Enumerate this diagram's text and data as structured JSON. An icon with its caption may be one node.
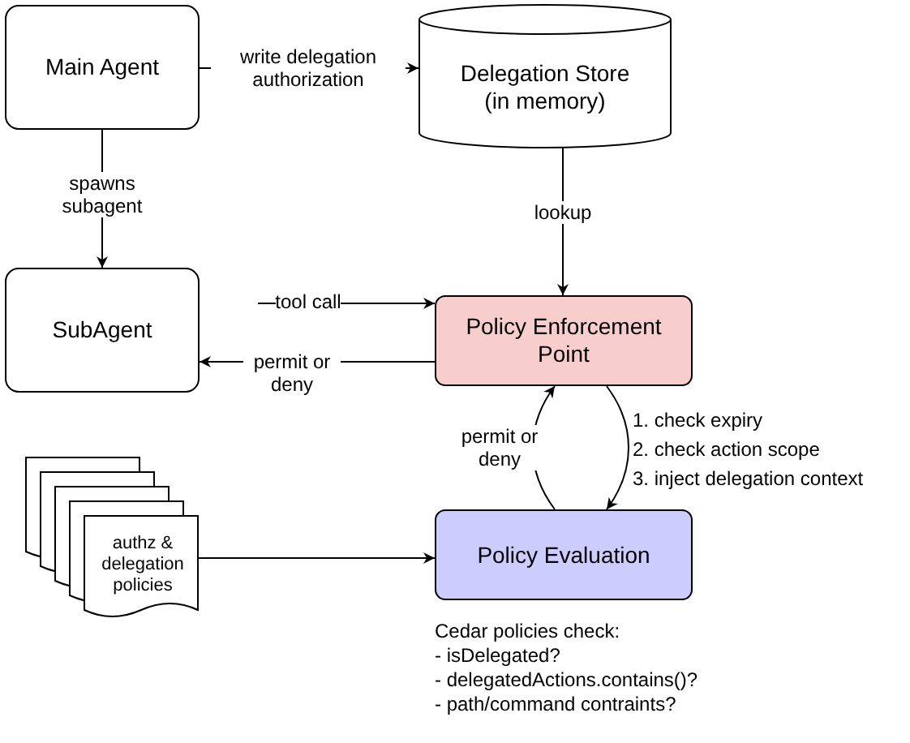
{
  "diagram": {
    "nodes": [
      {
        "text": [
          "Main Agent"
        ]
      },
      {
        "text": [
          "Delegation Store (in memory)"
        ]
      },
      {
        "text": [
          "SubAgent"
        ]
      },
      {
        "text": [
          "Policy Enforcement Point"
        ]
      },
      {
        "text": [
          "Policy Evaluation"
        ]
      },
      {
        "text": [
          "authz & delegation policies"
        ]
      }
    ],
    "edges": [
      {
        "from": 0,
        "to": 1,
        "arrow": "to",
        "label": "write delegation authorization"
      },
      {
        "from": 0,
        "to": 2,
        "arrow": "to",
        "label": "spawns subagent"
      },
      {
        "from": 1,
        "to": 3,
        "arrow": "to",
        "label": "lookup"
      },
      {
        "from": 2,
        "to": 3,
        "arrow": "to",
        "label": "tool call"
      },
      {
        "from": 3,
        "to": 2,
        "arrow": "to",
        "label": "permit or deny"
      },
      {
        "from": 3,
        "to": 4,
        "arrow": "to"
      },
      {
        "from": 4,
        "to": 3,
        "arrow": "to",
        "label": "permit or deny"
      },
      {
        "from": 5,
        "to": 4,
        "arrow": "to"
      }
    ],
    "labels": [
      "1. check expiry",
      "2. check action scope",
      "3. inject delegation context",
      "Cedar policies check:",
      "- isDelegated?",
      "- delegatedActions.contains()?",
      "- path/command contraints?"
    ]
  }
}
